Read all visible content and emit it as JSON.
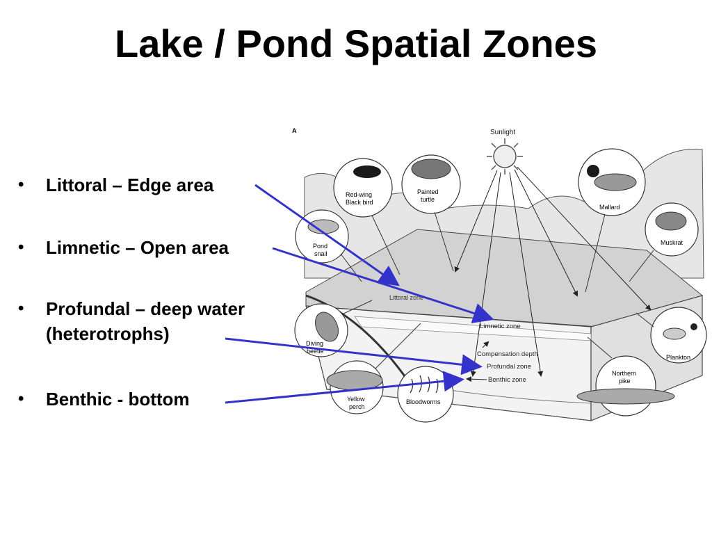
{
  "slide": {
    "title": "Lake / Pond Spatial Zones",
    "bullets": [
      {
        "text": "Littoral – Edge area"
      },
      {
        "text": "Limnetic – Open area"
      },
      {
        "text": "Profundal – deep water (heterotrophs)"
      },
      {
        "text": "Benthic - bottom"
      }
    ]
  },
  "diagram": {
    "panel_letter": "A",
    "sunlight": "Sunlight",
    "zones": {
      "littoral": "Littoral zone",
      "limnetic": "Limnetic zone",
      "compensation": "Compensation depth",
      "profundal": "Profundal zone",
      "benthic": "Benthic zone"
    },
    "organisms": {
      "blackbird_1": "Red-wing",
      "blackbird_2": "Black bird",
      "turtle_1": "Painted",
      "turtle_2": "turtle",
      "mallard": "Mallard",
      "muskrat": "Muskrat",
      "snail_1": "Pond",
      "snail_2": "snail",
      "beetle_1": "Diving",
      "beetle_2": "beetle",
      "perch_1": "Yellow",
      "perch_2": "perch",
      "bloodworms": "Bloodworms",
      "pike_1": "Northern",
      "pike_2": "pike",
      "plankton": "Plankton"
    },
    "arrow_color": "#3333cc"
  }
}
